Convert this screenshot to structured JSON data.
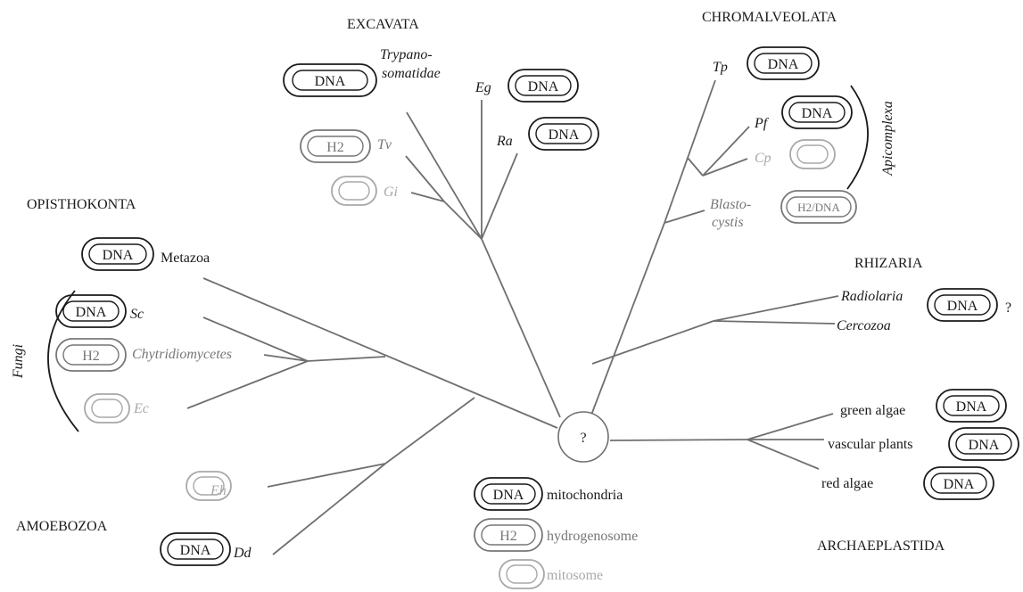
{
  "root_label": "?",
  "groups": {
    "excavata": "EXCAVATA",
    "chromalveolata": "CHROMALVEOLATA",
    "opisthokonta": "OPISTHOKONTA",
    "rhizaria": "RHIZARIA",
    "amoebozoa": "AMOEBOZOA",
    "archaeplastida": "ARCHAEPLASTIDA",
    "fungi": "Fungi",
    "apicomplexa": "Apicomplexa"
  },
  "badges": {
    "dna": "DNA",
    "h2": "H2",
    "h2dna": "H2/DNA"
  },
  "taxa": {
    "trypanosomatidae_1": "Trypano-",
    "trypanosomatidae_2": "somatidae",
    "eg": "Eg",
    "ra": "Ra",
    "tv": "Tv",
    "gi": "Gi",
    "tp": "Tp",
    "pf": "Pf",
    "cp": "Cp",
    "blastocystis_1": "Blasto-",
    "blastocystis_2": "cystis",
    "metazoa": "Metazoa",
    "sc": "Sc",
    "chytridiomycetes": "Chytridiomycetes",
    "ec": "Ec",
    "radiolaria": "Radiolaria",
    "cercozoa": "Cercozoa",
    "radiolaria_q": "?",
    "green_algae": "green algae",
    "vascular_plants": "vascular plants",
    "red_algae": "red algae",
    "eh": "Eh",
    "dd": "Dd"
  },
  "legend": {
    "mitochondria": "mitochondria",
    "hydrogenosome": "hydrogenosome",
    "mitosome": "mitosome"
  },
  "colors": {
    "mitochondria": "#1a1a1a",
    "hydrogenosome": "#777777",
    "mitosome": "#a8a8a8",
    "branch": "#6f6f6f"
  }
}
